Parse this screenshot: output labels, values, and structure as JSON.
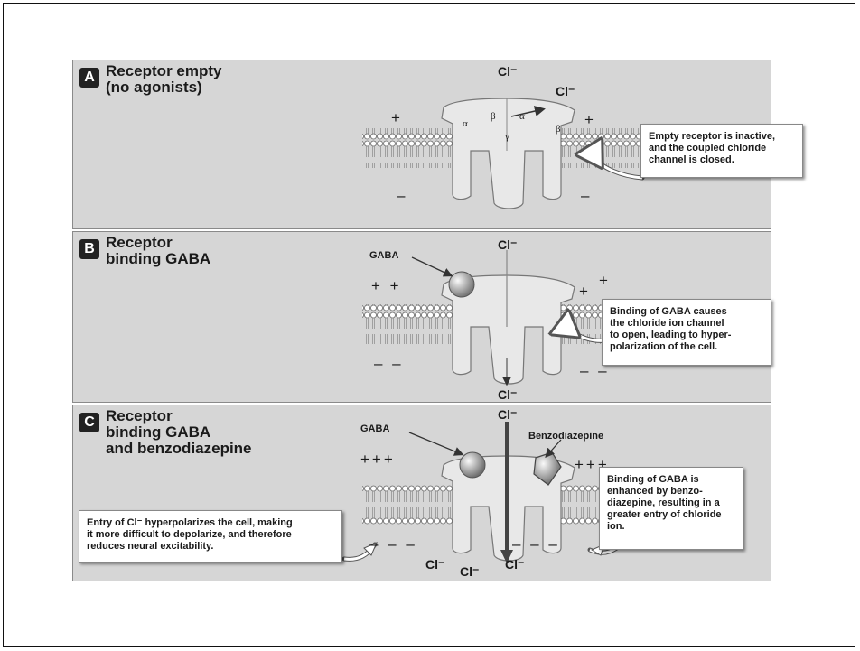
{
  "panels": [
    {
      "letter": "A",
      "title": "Receptor empty\n(no agonists)",
      "callout": "Empty receptor is inactive,\nand the coupled chloride\nchannel is closed.",
      "ion_labels": [
        "Cl⁻",
        "Cl⁻"
      ],
      "subunits": [
        "α",
        "β",
        "α",
        "β",
        "γ"
      ],
      "signs": {
        "top_left": "+",
        "top_right": "+",
        "bottom_left": "–",
        "bottom_right": "–"
      }
    },
    {
      "letter": "B",
      "title": "Receptor\nbinding GABA",
      "ligand_label": "GABA",
      "callout": "Binding of GABA causes\nthe chloride ion channel\nto open, leading to hyper-\npolarization of the cell.",
      "ion_labels": [
        "Cl⁻",
        "Cl⁻"
      ],
      "signs": {
        "top_left": "+ +",
        "top_right": "+",
        "top_right_high": "+",
        "bottom_left": "– –",
        "bottom_right": "– –"
      }
    },
    {
      "letter": "C",
      "title": "Receptor\nbinding GABA\nand benzodiazepine",
      "ligand_label": "GABA",
      "ligand2_label": "Benzodiazepine",
      "callout_right": "Binding of GABA is\nenhanced by benzo-\ndiazepine, resulting in a\ngreater entry of chloride\nion.",
      "callout_left": "Entry of Cl⁻ hyperpolarizes the cell, making\nit more difficult to depolarize, and therefore\nreduces neural excitability.",
      "ion_labels": [
        "Cl⁻",
        "Cl⁻",
        "Cl⁻",
        "Cl⁻"
      ],
      "signs": {
        "top_left": "+++",
        "top_right": "+++",
        "bottom_left": "– – –",
        "bottom_right": "– – –"
      }
    }
  ]
}
